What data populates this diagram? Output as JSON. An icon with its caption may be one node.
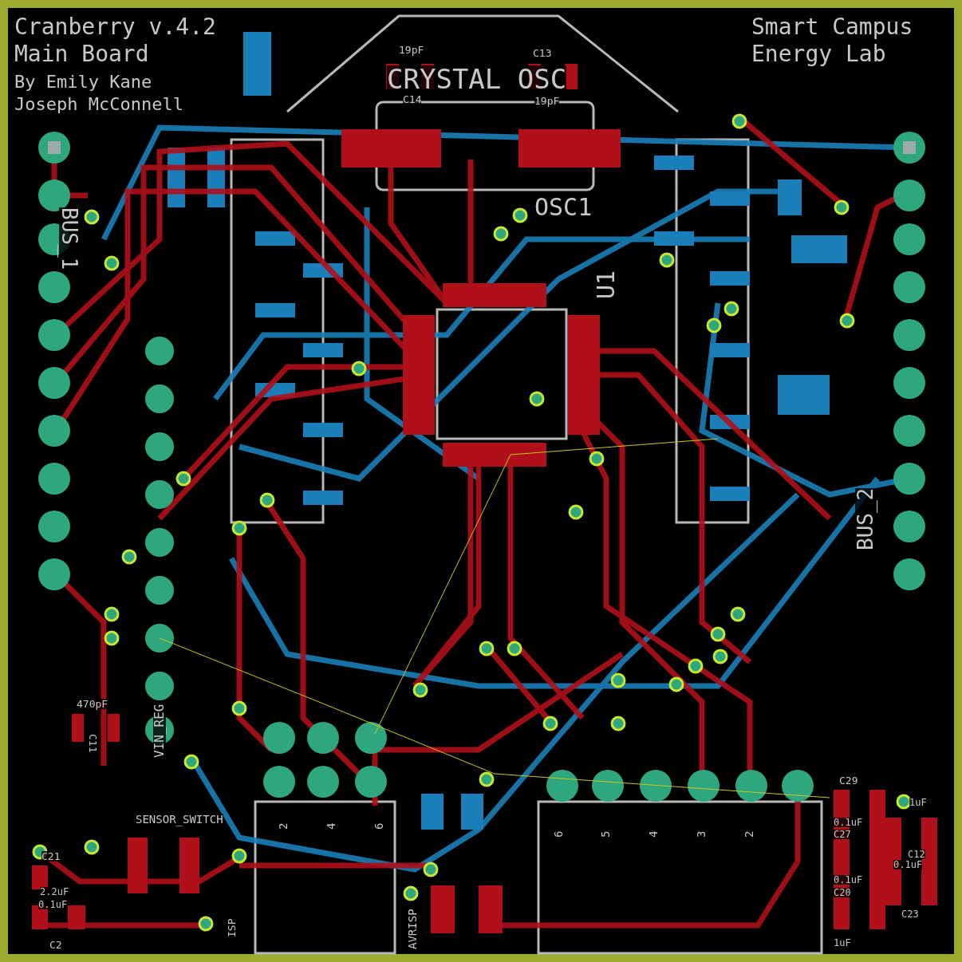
{
  "diagram": {
    "labels": [
      "Cranberry v.4.2",
      "Main Board",
      "By Emily Kane",
      "Joseph McConnell",
      "Smart Campus",
      "Energy Lab",
      "CRYSTAL OSC",
      "19pF",
      "C13",
      "C14",
      "19pF",
      "OSC1",
      "U1",
      "BUS_1",
      "BUS_2",
      "470pF",
      "C11",
      "VIN_REG",
      "SENSOR_SWITCH",
      "C21",
      "2.2uF",
      "0.1uF",
      "C2",
      "2",
      "4",
      "6",
      "ISP",
      "AVRISP",
      "6",
      "5",
      "4",
      "3",
      "2",
      "C29",
      "0.1uF",
      "C27",
      "0.1uF",
      "C20",
      "1uF",
      "1uF",
      "C12",
      "0.1uF",
      "C23"
    ]
  }
}
